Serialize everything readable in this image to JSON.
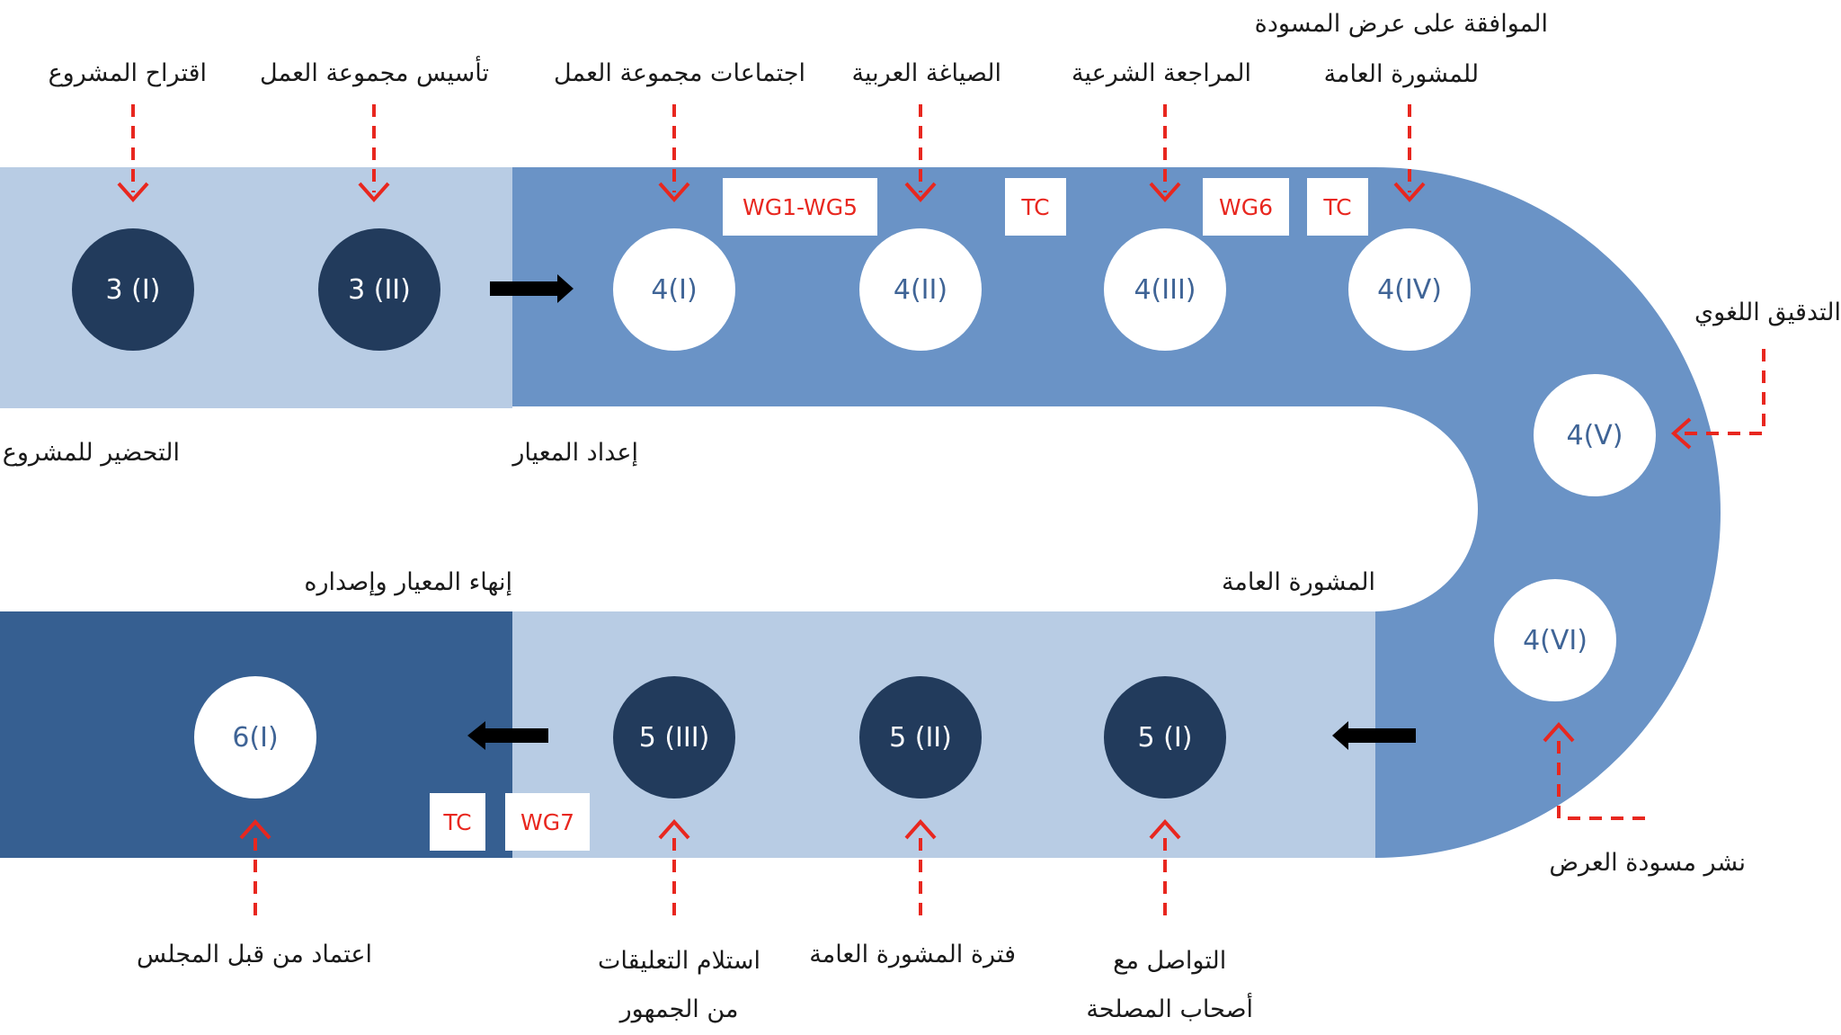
{
  "phases": {
    "p3": "التحضير للمشروع",
    "p4": "إعداد المعيار",
    "p5": "المشورة العامة",
    "p6": "إنهاء المعيار وإصداره"
  },
  "stages": [
    {
      "id": "3(I)",
      "label": "3 (I)",
      "caption": "اقتراح المشروع"
    },
    {
      "id": "3(II)",
      "label": "3 (II)",
      "caption": "تأسيس مجموعة العمل"
    },
    {
      "id": "4(I)",
      "label": "4(I)",
      "caption": "اجتماعات مجموعة العمل"
    },
    {
      "id": "4(II)",
      "label": "4(II)",
      "caption": "الصياغة العربية"
    },
    {
      "id": "4(III)",
      "label": "4(III)",
      "caption": "المراجعة الشرعية"
    },
    {
      "id": "4(IV)",
      "label": "4(IV)",
      "caption": [
        "الموافقة على عرض المسودة",
        "للمشورة العامة"
      ]
    },
    {
      "id": "4(V)",
      "label": "4(V)",
      "caption": "التدقيق اللغوي"
    },
    {
      "id": "4(VI)",
      "label": "4(VI)",
      "caption": "نشر مسودة العرض"
    },
    {
      "id": "5(I)",
      "label": "5 (I)",
      "caption": [
        "التواصل مع",
        "أصحاب المصلحة"
      ]
    },
    {
      "id": "5(II)",
      "label": "5 (II)",
      "caption": "فترة المشورة العامة"
    },
    {
      "id": "5(III)",
      "label": "5 (III)",
      "caption": [
        "استلام التعليقات",
        "من الجمهور"
      ]
    },
    {
      "id": "6(I)",
      "label": "6(I)",
      "caption": "اعتماد من قبل المجلس"
    }
  ],
  "tags": {
    "wg1_wg5": "WG1-WG5",
    "tc1": "TC",
    "wg6": "WG6",
    "tc2": "TC",
    "tc3": "TC",
    "wg7": "WG7"
  },
  "colors": {
    "phase3_band": "#b8cce4",
    "phase4_band": "#6a93c6",
    "phase5_band": "#b8cce4",
    "phase6_band": "#365f91",
    "dark_circle": "#223b5c",
    "arrow_dashed": "#e8271f"
  }
}
